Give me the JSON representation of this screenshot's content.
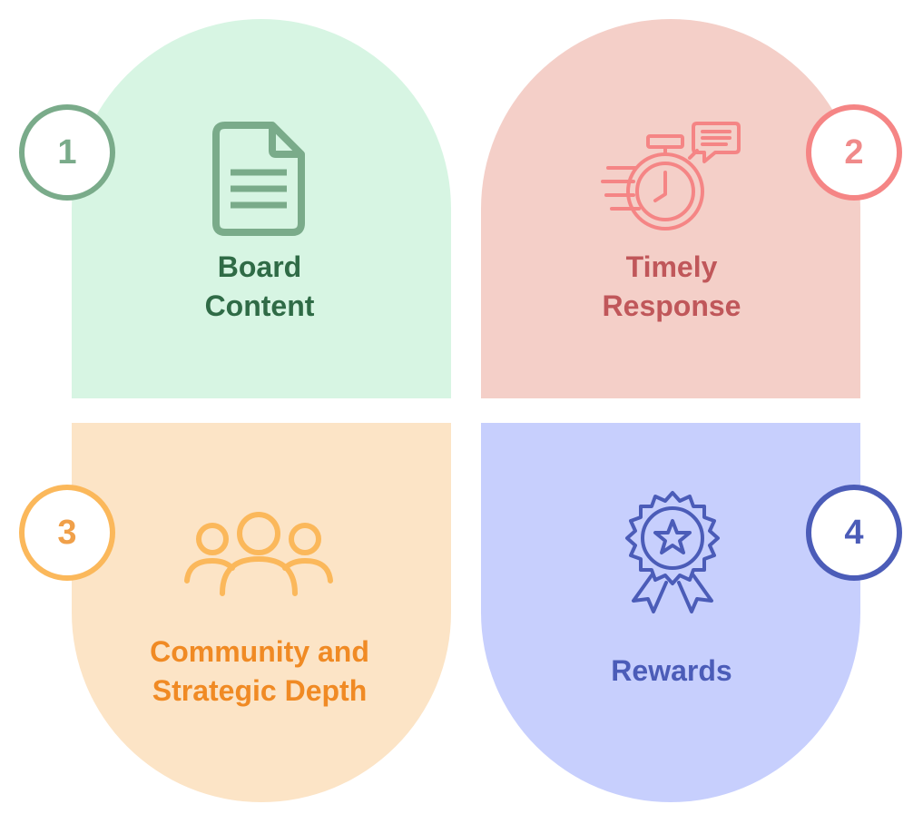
{
  "colors": {
    "panel_1_bg": "#d7f5e3",
    "panel_2_bg": "#f4cfc8",
    "panel_3_bg": "#fce4c6",
    "panel_4_bg": "#c7cffd",
    "item_1_accent": "#7aab8a",
    "item_1_text": "#2f6b46",
    "item_2_accent": "#f58585",
    "item_2_text": "#c0575a",
    "item_3_accent": "#fbb85b",
    "item_3_text": "#f08a24",
    "item_4_accent": "#4b5cb8",
    "item_4_text": "#4b5cb8"
  },
  "items": [
    {
      "number": "1",
      "label_lines": [
        "Board",
        "Content"
      ],
      "icon": "document-icon"
    },
    {
      "number": "2",
      "label_lines": [
        "Timely",
        "Response"
      ],
      "icon": "stopwatch-message-icon"
    },
    {
      "number": "3",
      "label_lines": [
        "Community and",
        "Strategic Depth"
      ],
      "icon": "group-people-icon"
    },
    {
      "number": "4",
      "label_lines": [
        "Rewards"
      ],
      "icon": "award-ribbon-icon"
    }
  ]
}
